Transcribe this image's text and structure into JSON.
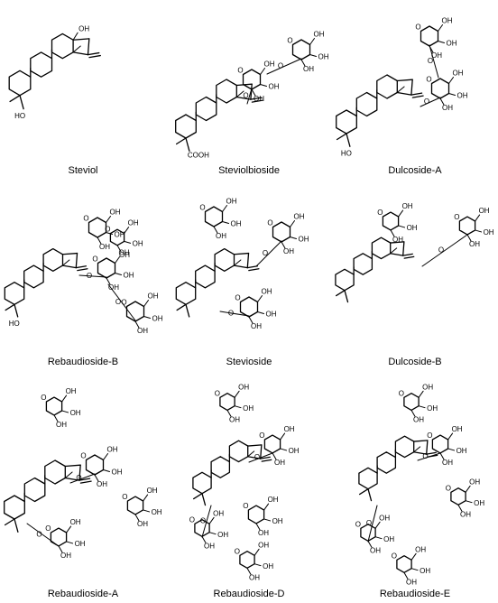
{
  "figure": {
    "compounds": [
      {
        "name": "Steviol"
      },
      {
        "name": "Steviolbioside"
      },
      {
        "name": "Dulcoside-A"
      },
      {
        "name": "Rebaudioside-B"
      },
      {
        "name": "Stevioside"
      },
      {
        "name": "Dulcoside-B"
      },
      {
        "name": "Rebaudioside-A"
      },
      {
        "name": "Rebaudioside-D"
      },
      {
        "name": "Rebaudioside-E"
      }
    ],
    "atom_labels": {
      "oh": "OH",
      "ho": "HO",
      "cooh": "COOH",
      "o": "O",
      "h": "H"
    },
    "sugar_counts": [
      0,
      2,
      2,
      4,
      3,
      2,
      4,
      5,
      5
    ]
  }
}
